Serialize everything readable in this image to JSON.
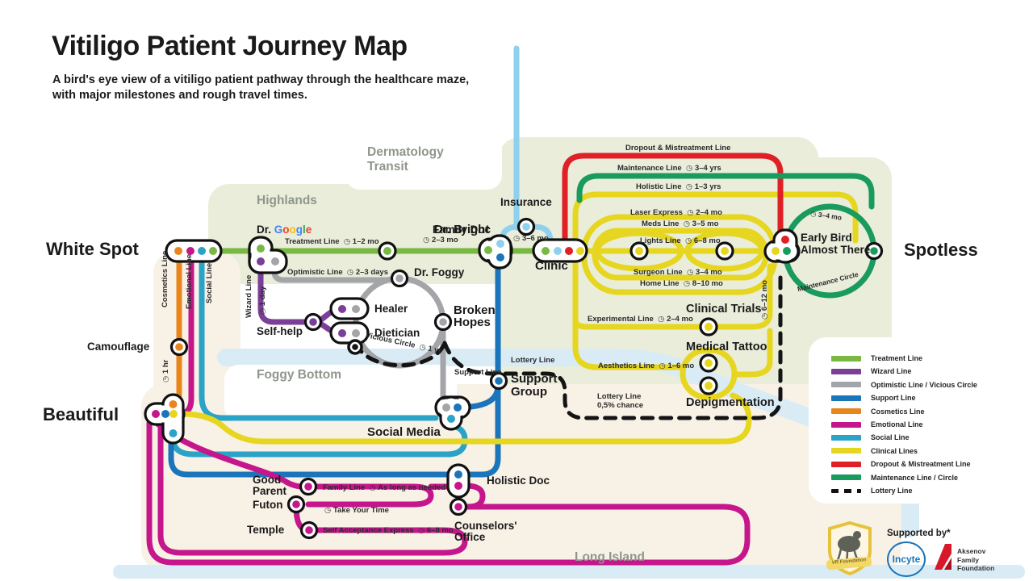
{
  "header": {
    "title": "Vitiligo Patient Journey Map",
    "subtitle1": "A bird's eye view of a vitiligo patient pathway through the healthcare maze,",
    "subtitle2": "with major milestones and rough travel times."
  },
  "regions": {
    "dermatology1": "Dermatology",
    "dermatology2": "Transit",
    "highlands": "Highlands",
    "foggy_bottom": "Foggy Bottom",
    "long_island": "Long Island"
  },
  "terminals": {
    "white_spot": "White Spot",
    "beautiful": "Beautiful",
    "spotless": "Spotless"
  },
  "stations": {
    "dr_google": {
      "parts": [
        "Dr. ",
        "G",
        "o",
        "o",
        "g",
        "l",
        "e"
      ],
      "colors": [
        "#1a1a1a",
        "#4285f4",
        "#ea4335",
        "#fbbc05",
        "#4285f4",
        "#34a853",
        "#ea4335"
      ]
    },
    "family_doc": "Family Doc",
    "dr_bright": "Dr. Bright",
    "insurance": "Insurance",
    "clinic": "Clinic",
    "dr_foggy": "Dr. Foggy",
    "healer": "Healer",
    "dietician": "Dietician",
    "self_help": "Self-help",
    "broken_hopes1": "Broken",
    "broken_hopes2": "Hopes",
    "camouflage": "Camouflage",
    "support_group1": "Support",
    "support_group2": "Group",
    "social_media": "Social Media",
    "good_parent1": "Good",
    "good_parent2": "Parent",
    "futon": "Futon",
    "temple": "Temple",
    "holistic_doc": "Holistic Doc",
    "counselors1": "Counselors'",
    "counselors2": "Office",
    "clinical_trials": "Clinical Trials",
    "medical_tattoo": "Medical Tattoo",
    "depigmentation": "Depigmentation",
    "early_bird1": "Early Bird",
    "early_bird2": "Almost There"
  },
  "lines": {
    "treatment": {
      "name": "Treatment Line",
      "time": "1–2 mo"
    },
    "bright_time": "2–3 mo",
    "optimistic": {
      "name": "Optimistic Line",
      "time": "2–3 days"
    },
    "wizard": {
      "name": "Wizard Line",
      "time": "1 day"
    },
    "cosmetics": {
      "name": "Cosmetics Line",
      "time": "1 hr"
    },
    "emotional": {
      "name": "Emotional Line"
    },
    "social": {
      "name": "Social Line"
    },
    "insurance_time": "3–6 mo",
    "dropout": "Dropout & Mistreatment Line",
    "maintenance": {
      "name": "Maintenance Line",
      "time": "3–4 yrs"
    },
    "holistic": {
      "name": "Holistic Line",
      "time": "1–3 yrs"
    },
    "laser": {
      "name": "Laser Express",
      "time": "2–4 mo"
    },
    "meds": {
      "name": "Meds Line",
      "time": "3–5 mo"
    },
    "lights": {
      "name": "Lights Line",
      "time": "6–8 mo"
    },
    "surgeon": {
      "name": "Surgeon Line",
      "time": "3–4 mo"
    },
    "home": {
      "name": "Home Line",
      "time": "8–10 mo"
    },
    "clinical_side": "6–12 mo",
    "maint_circle": {
      "name": "Maintenance Circle",
      "time": "3–4 mo"
    },
    "experimental": {
      "name": "Experimental Line",
      "time": "2–4 mo"
    },
    "aesthetics": {
      "name": "Aesthetics Line",
      "time": "1–6 mo"
    },
    "lottery": {
      "name": "Lottery Line",
      "chance": "0,5% chance"
    },
    "support": "Support Line",
    "vicious": {
      "name": "Vicious Circle",
      "time": "1 yr"
    },
    "family": {
      "name": "Family Line",
      "time": "As long as needed"
    },
    "take_your_time": "Take Your Time",
    "self_acceptance": {
      "name": "Self Acceptance Express",
      "time": "6–8 mo"
    }
  },
  "legend": {
    "items": [
      {
        "label": "Treatment Line",
        "color": "#79b843"
      },
      {
        "label": "Wizard Line",
        "color": "#7c3f98"
      },
      {
        "label": "Optimistic Line / Vicious Circle",
        "color": "#a3a5a8"
      },
      {
        "label": "Support Line",
        "color": "#1b75bb"
      },
      {
        "label": "Cosmetics Line",
        "color": "#e8861d"
      },
      {
        "label": "Emotional Line",
        "color": "#c5168c"
      },
      {
        "label": "Social Line",
        "color": "#2aa3c6"
      },
      {
        "label": "Clinical Lines",
        "color": "#e7d61f"
      },
      {
        "label": "Dropout & Mistreatment Line",
        "color": "#e02027"
      },
      {
        "label": "Maintenance Line / Circle",
        "color": "#199a5e"
      },
      {
        "label": "Lottery Line",
        "color": "#111111",
        "dashed": true
      }
    ]
  },
  "footer": {
    "supported": "Supported by*",
    "incyte": "Incyte",
    "aksenov1": "Aksenov",
    "aksenov2": "Family",
    "aksenov3": "Foundation",
    "vr": "VR Foundation"
  }
}
